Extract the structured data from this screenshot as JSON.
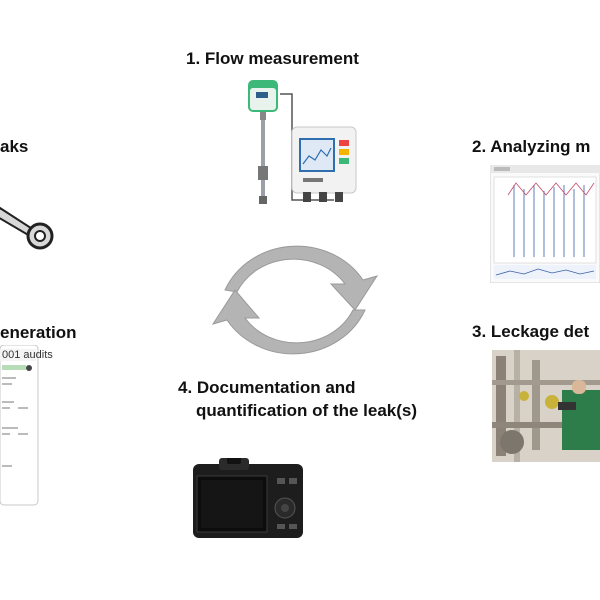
{
  "steps": {
    "flow": {
      "label": "1. Flow measurement"
    },
    "analyze": {
      "label": "2. Analyzing m"
    },
    "leak_detect": {
      "label": "3. Leckage det"
    },
    "document": {
      "line1": "4. Documentation and",
      "line2": "quantification of the leak(s)"
    },
    "repair": {
      "label": "aks"
    },
    "report": {
      "label": "eneration",
      "screen_title": "001 audits"
    }
  },
  "colors": {
    "cycle_arrow": "#b4b4b4",
    "device_green": "#3cb878",
    "chart_line": "#3a5fa8",
    "chart_spike": "#c44a6a",
    "text": "#111111"
  },
  "icons": [
    "wrench-icon",
    "camera-icon",
    "flow-meter-icon",
    "display-unit-icon",
    "cycle-arrows-icon"
  ]
}
